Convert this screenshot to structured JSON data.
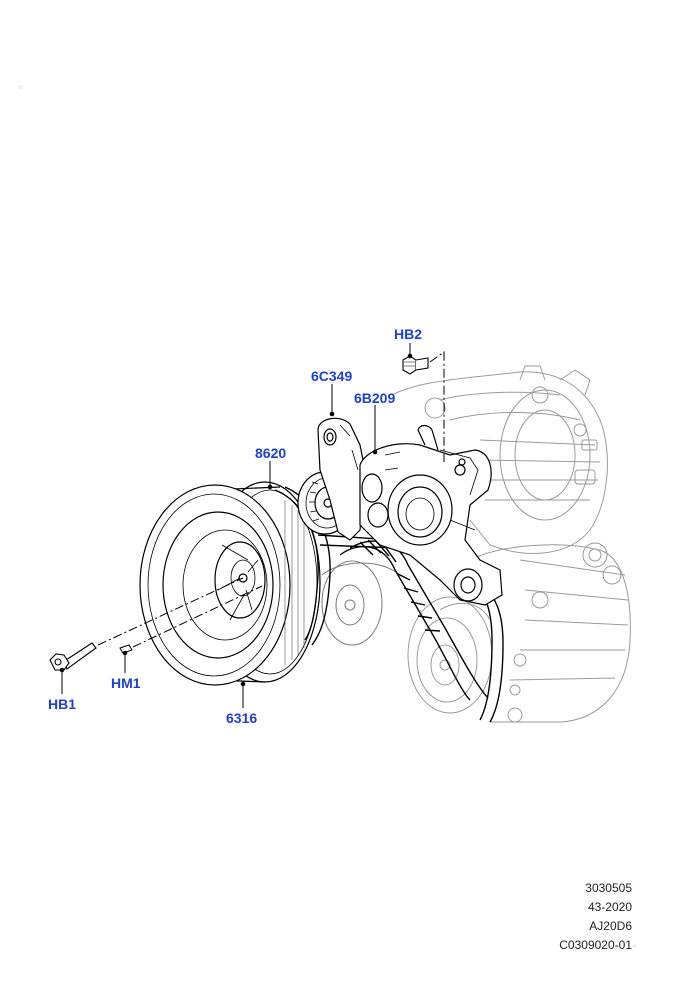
{
  "callouts": {
    "hb2": "HB2",
    "c6c349": "6C349",
    "c6b209": "6B209",
    "c8620": "8620",
    "hb1": "HB1",
    "hm1": "HM1",
    "c6316": "6316"
  },
  "reference": {
    "line1": "3030505",
    "line2": "43-2020",
    "line3": "AJ20D6",
    "line4": "C0309020-01"
  },
  "colors": {
    "callout_text": "#1f3fd0",
    "part_line": "#000000",
    "ghost_line": "#9a9a9a"
  }
}
